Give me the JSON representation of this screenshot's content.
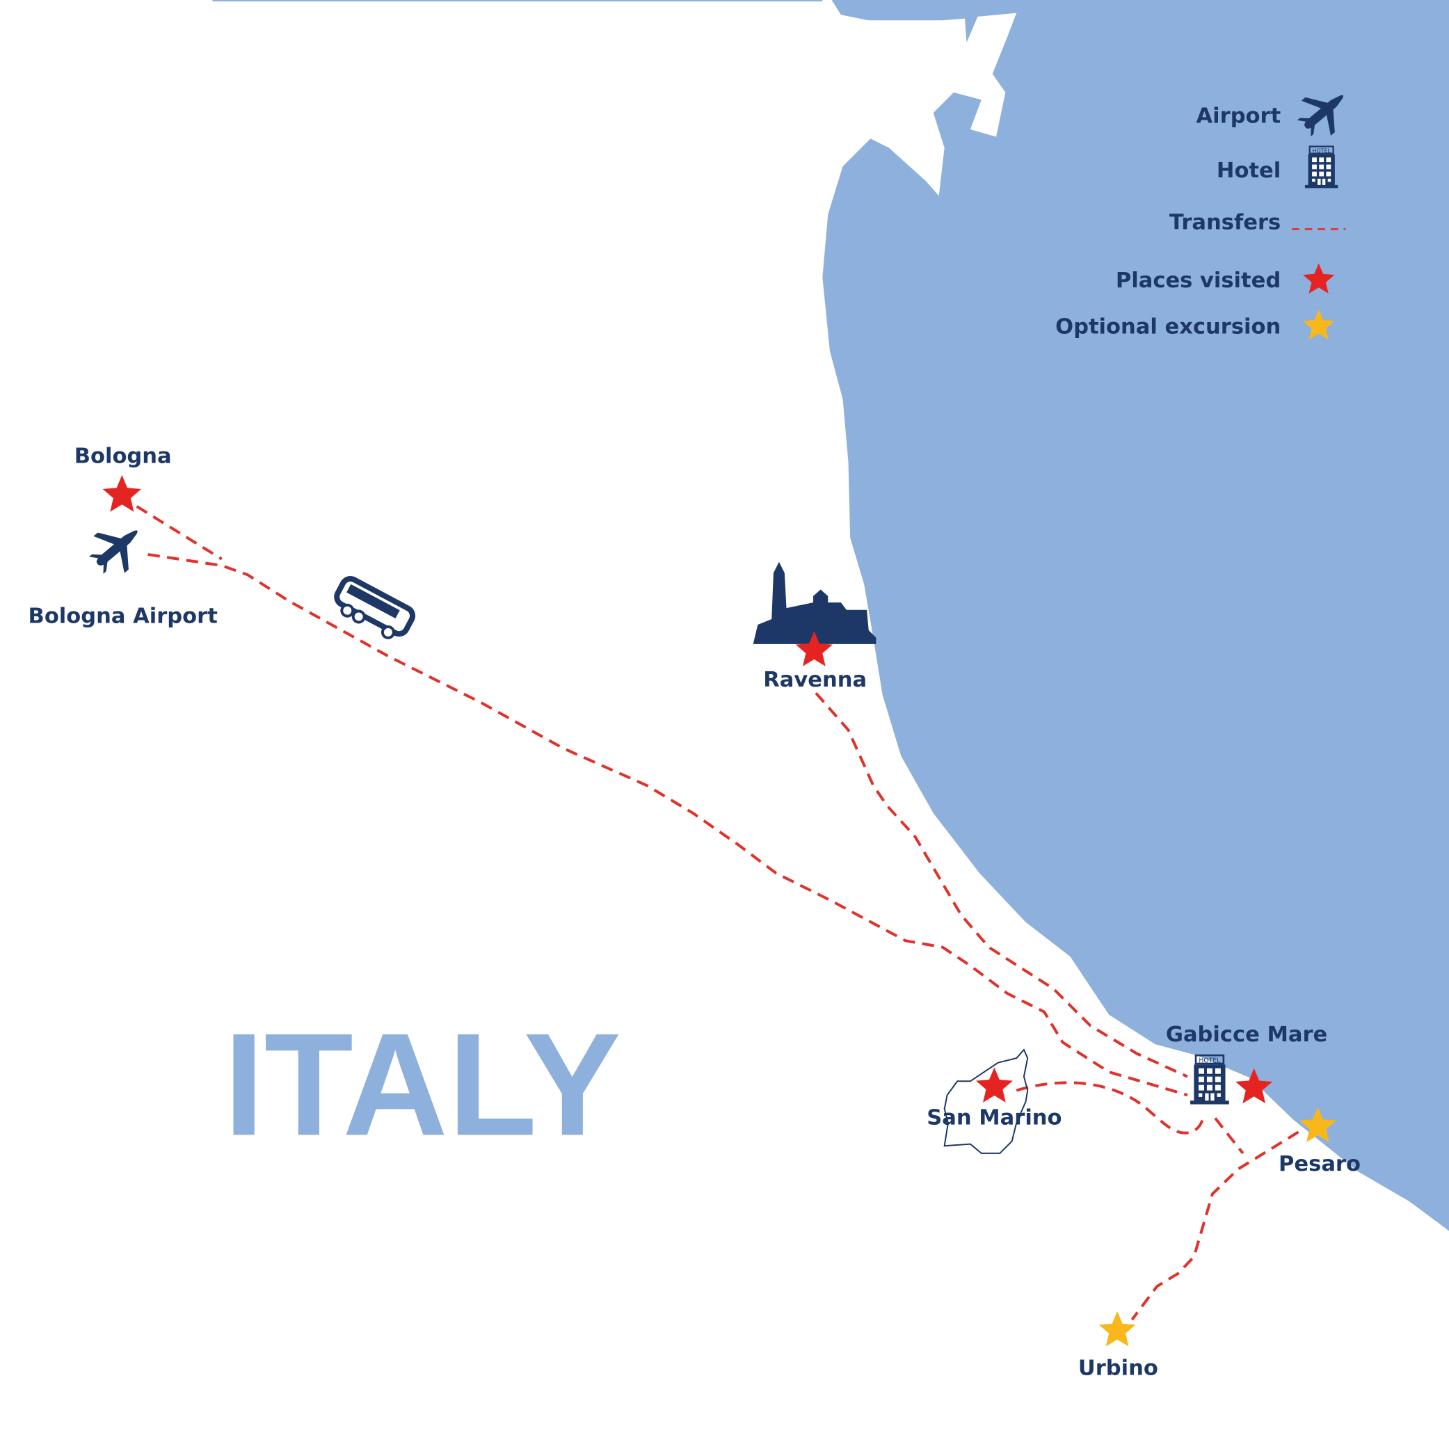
{
  "colors": {
    "sea": "#8eb0dd",
    "land": "#ffffff",
    "label": "#1d3866",
    "route": "#e0312a",
    "visited_star": "#e52421",
    "optional_star": "#f8b81c",
    "icon": "#1d3866",
    "country_label": "#8eb0dd"
  },
  "country_label": "ITALY",
  "legend": {
    "airport": {
      "label": "Airport",
      "icon": "airplane-icon"
    },
    "hotel": {
      "label": "Hotel",
      "icon": "hotel-icon",
      "icon_text": "HOTEL"
    },
    "transfers": {
      "label": "Transfers",
      "icon": "dashed-line"
    },
    "places_visited": {
      "label": "Places visited",
      "icon": "red-star-icon"
    },
    "optional_excursion": {
      "label": "Optional excursion",
      "icon": "yellow-star-icon"
    }
  },
  "places": {
    "bologna": {
      "label": "Bologna",
      "type": "visited"
    },
    "bologna_airport": {
      "label": "Bologna Airport",
      "type": "airport"
    },
    "ravenna": {
      "label": "Ravenna",
      "type": "visited"
    },
    "san_marino": {
      "label": "San Marino",
      "type": "visited"
    },
    "gabicce_mare": {
      "label": "Gabicce Mare",
      "type": "hotel+visited",
      "hotel_text": "HOTEL"
    },
    "pesaro": {
      "label": "Pesaro",
      "type": "optional"
    },
    "urbino": {
      "label": "Urbino",
      "type": "optional"
    }
  }
}
